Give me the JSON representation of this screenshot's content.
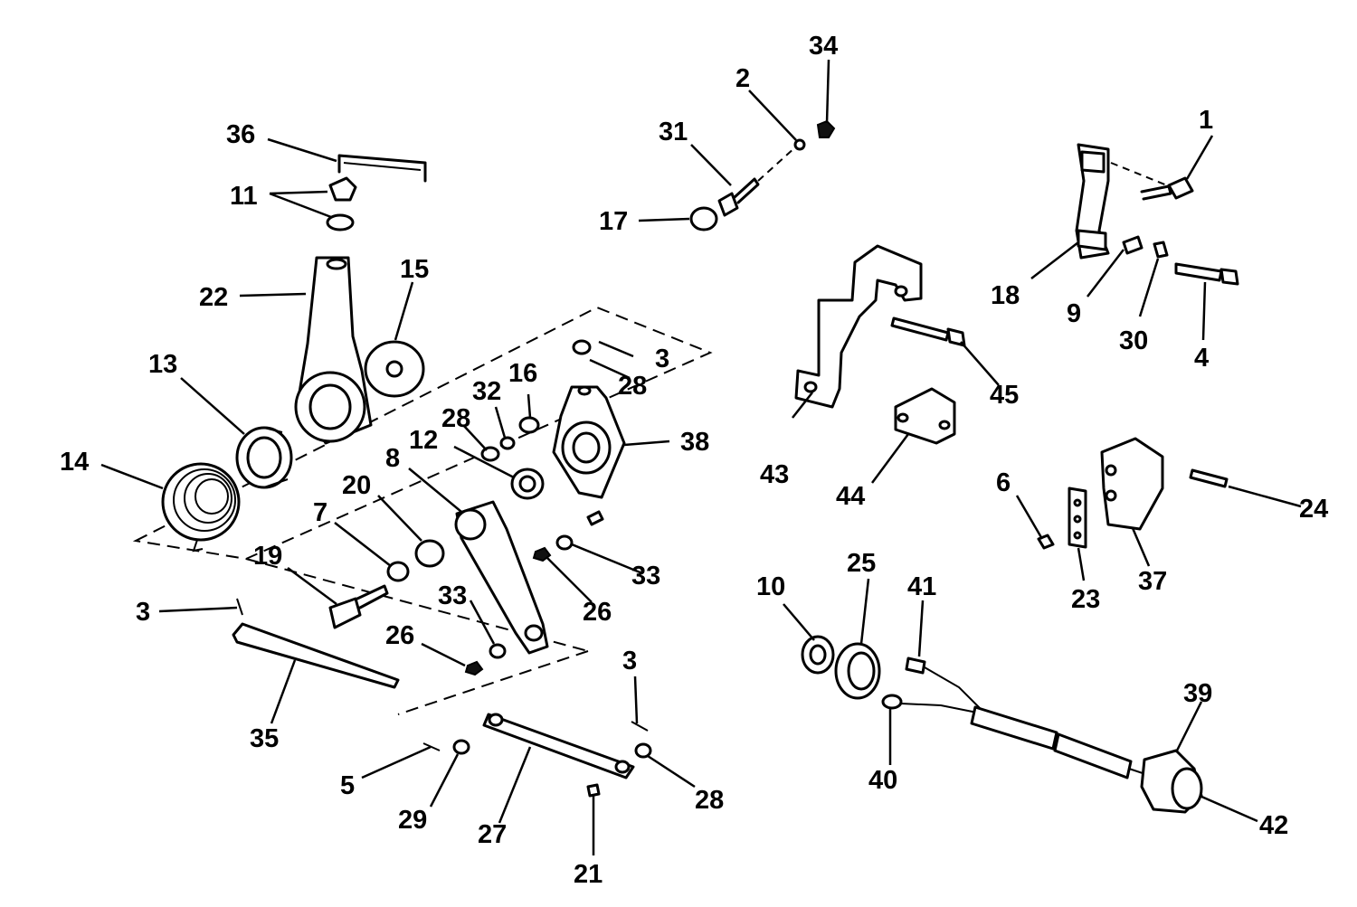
{
  "diagram": {
    "callouts": [
      "1",
      "2",
      "3",
      "4",
      "5",
      "6",
      "7",
      "8",
      "9",
      "10",
      "11",
      "12",
      "13",
      "14",
      "15",
      "16",
      "17",
      "18",
      "19",
      "20",
      "21",
      "22",
      "23",
      "24",
      "25",
      "26",
      "27",
      "28",
      "29",
      "30",
      "31",
      "32",
      "33",
      "34",
      "35",
      "36",
      "37",
      "38",
      "39",
      "40",
      "41",
      "42",
      "43",
      "44",
      "45"
    ]
  }
}
